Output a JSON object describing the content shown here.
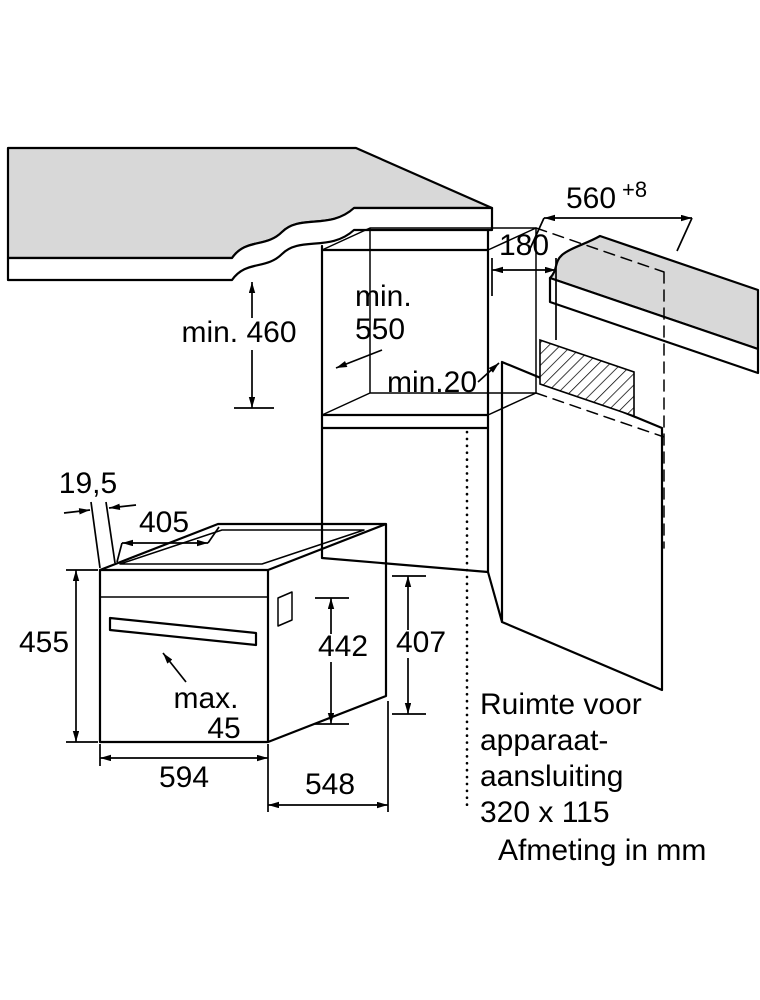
{
  "installation_view": {
    "niche_width": "560",
    "niche_width_tolerance": "+8",
    "connection_depth": "180",
    "min_depth_label": "min.",
    "min_depth_value": "550",
    "min_height": "min. 460",
    "min_clearance": "min.20"
  },
  "oven_view": {
    "front_overhang": "19,5",
    "top_depth": "405",
    "height": "455",
    "door_height": "442",
    "body_height": "407",
    "handle_max_label": "max.",
    "handle_max_value": "45",
    "width": "594",
    "depth": "548"
  },
  "connection_note": {
    "line1": "Ruimte voor",
    "line2": "apparaat-",
    "line3": "aansluiting",
    "line4": "320 x 115"
  },
  "footer": {
    "units_note": "Afmeting in mm"
  },
  "colors": {
    "line": "#000000",
    "worktop_fill": "#d8d8d8",
    "text": "#000000",
    "background": "#ffffff"
  }
}
